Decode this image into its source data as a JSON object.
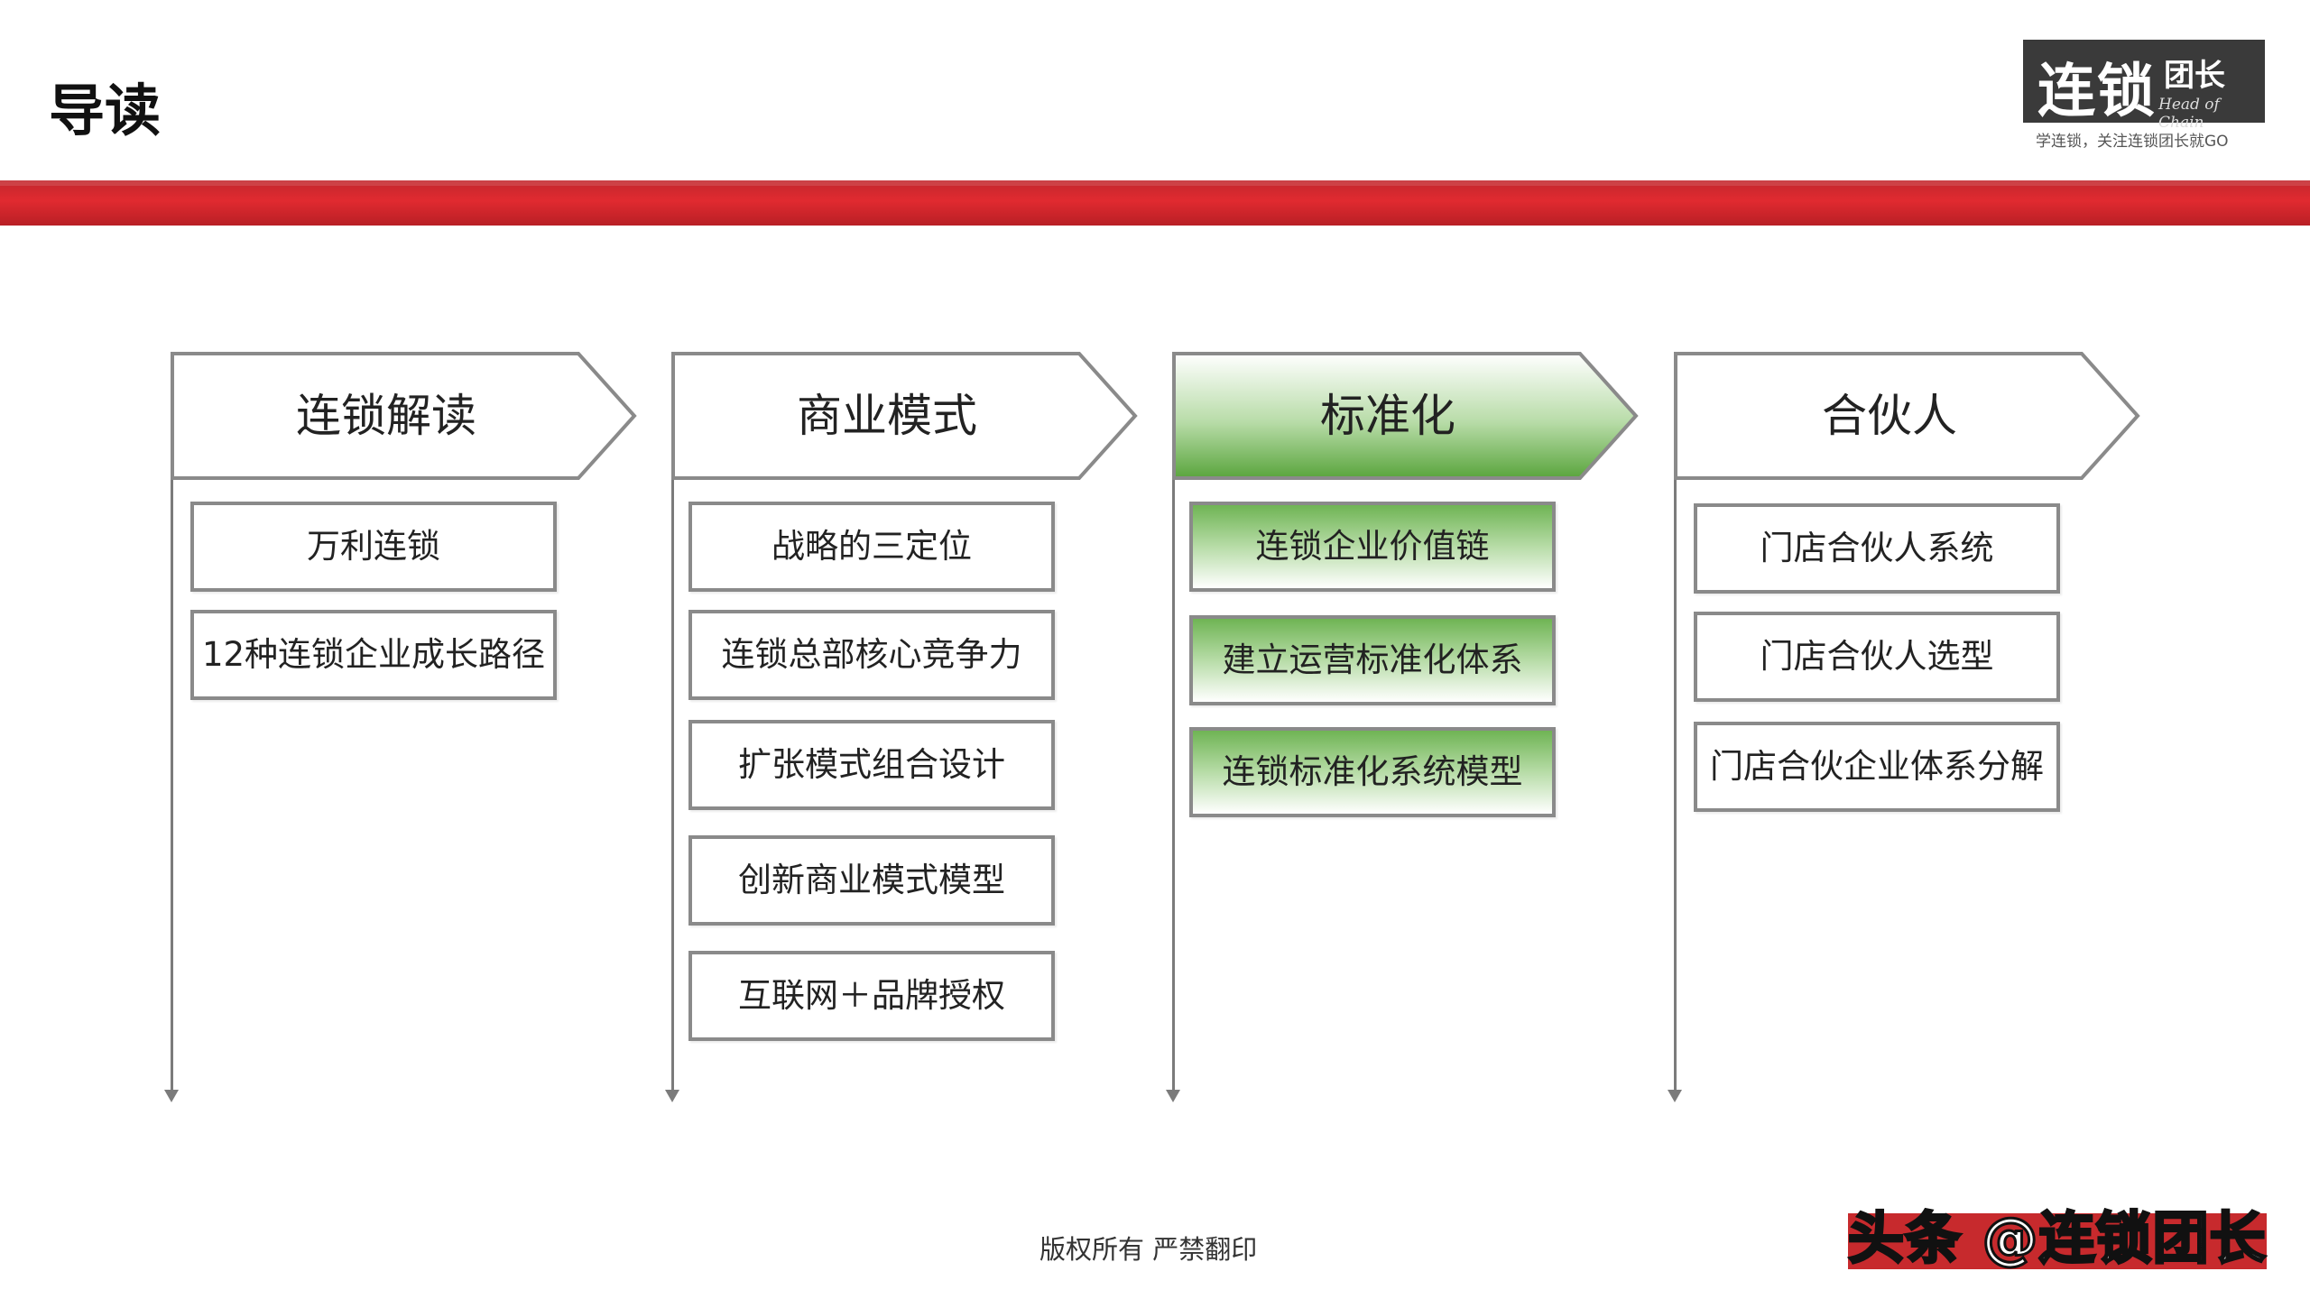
{
  "page": {
    "title": "导读"
  },
  "logo": {
    "main": "连锁",
    "sub": "团长",
    "english": "Head of Chain",
    "tagline": "学连锁，关注连锁团长就GO"
  },
  "columns": [
    {
      "title": "连锁解读",
      "highlight": false,
      "items": [
        "万利连锁",
        "12种连锁企业成长路径"
      ]
    },
    {
      "title": "商业模式",
      "highlight": false,
      "items": [
        "战略的三定位",
        "连锁总部核心竞争力",
        "扩张模式组合设计",
        "创新商业模式模型",
        "互联网＋品牌授权"
      ]
    },
    {
      "title": "标准化",
      "highlight": true,
      "items": [
        "连锁企业价值链",
        "建立运营标准化体系",
        "连锁标准化系统模型"
      ]
    },
    {
      "title": "合伙人",
      "highlight": false,
      "items": [
        "门店合伙人系统",
        "门店合伙人选型",
        "门店合伙企业体系分解"
      ]
    }
  ],
  "colors": {
    "accent_red": "#e12a30",
    "highlight_green": "#6fb454",
    "line_gray": "#7b7b7b"
  },
  "footer": {
    "copyright": "版权所有  严禁翻印"
  },
  "watermark": {
    "text": "头条 @连锁团长"
  }
}
